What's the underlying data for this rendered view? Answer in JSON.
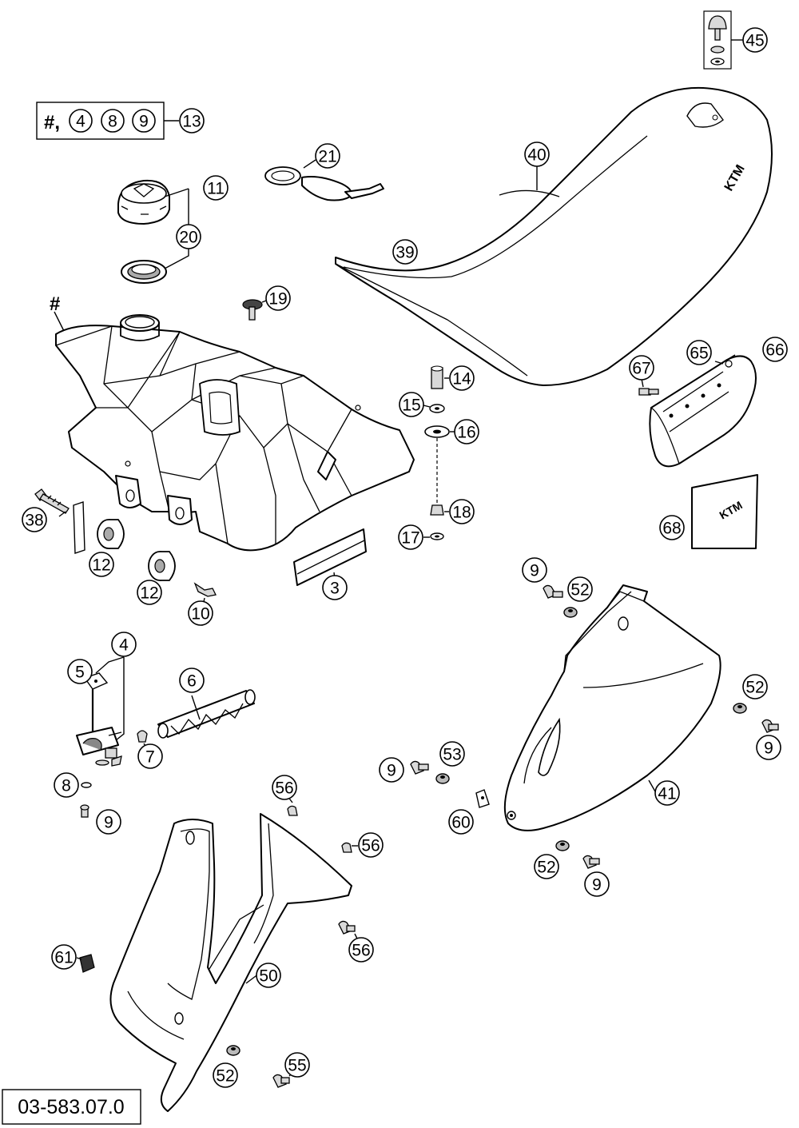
{
  "drawing_code": "03-583.07.0",
  "legend": {
    "prefix": "#,",
    "items": [
      "4",
      "8",
      "9"
    ],
    "target": "13"
  },
  "tank_marker": "#",
  "seat_logo": "KTM",
  "callouts": [
    {
      "id": "c45",
      "label": "45"
    },
    {
      "id": "c13",
      "label": "13"
    },
    {
      "id": "c21",
      "label": "21"
    },
    {
      "id": "c40",
      "label": "40"
    },
    {
      "id": "c11",
      "label": "11"
    },
    {
      "id": "c20",
      "label": "20"
    },
    {
      "id": "c39",
      "label": "39"
    },
    {
      "id": "c19",
      "label": "19"
    },
    {
      "id": "c14",
      "label": "14"
    },
    {
      "id": "c15",
      "label": "15"
    },
    {
      "id": "c16",
      "label": "16"
    },
    {
      "id": "c67",
      "label": "67"
    },
    {
      "id": "c65",
      "label": "65"
    },
    {
      "id": "c66",
      "label": "66"
    },
    {
      "id": "c38",
      "label": "38"
    },
    {
      "id": "c12a",
      "label": "12"
    },
    {
      "id": "c18",
      "label": "18"
    },
    {
      "id": "c17",
      "label": "17"
    },
    {
      "id": "c68",
      "label": "68"
    },
    {
      "id": "c12b",
      "label": "12"
    },
    {
      "id": "c3",
      "label": "3"
    },
    {
      "id": "c10",
      "label": "10"
    },
    {
      "id": "c9a",
      "label": "9"
    },
    {
      "id": "c52a",
      "label": "52"
    },
    {
      "id": "c4",
      "label": "4"
    },
    {
      "id": "c5",
      "label": "5"
    },
    {
      "id": "c6",
      "label": "6"
    },
    {
      "id": "c52b",
      "label": "52"
    },
    {
      "id": "c7",
      "label": "7"
    },
    {
      "id": "c9b",
      "label": "9"
    },
    {
      "id": "c53",
      "label": "53"
    },
    {
      "id": "c9c",
      "label": "9"
    },
    {
      "id": "c8",
      "label": "8"
    },
    {
      "id": "c41",
      "label": "41"
    },
    {
      "id": "c56a",
      "label": "56"
    },
    {
      "id": "c9d",
      "label": "9"
    },
    {
      "id": "c60",
      "label": "60"
    },
    {
      "id": "c56b",
      "label": "56"
    },
    {
      "id": "c52c",
      "label": "52"
    },
    {
      "id": "c9e",
      "label": "9"
    },
    {
      "id": "c56c",
      "label": "56"
    },
    {
      "id": "c61",
      "label": "61"
    },
    {
      "id": "c50",
      "label": "50"
    },
    {
      "id": "c55",
      "label": "55"
    },
    {
      "id": "c52d",
      "label": "52"
    }
  ]
}
